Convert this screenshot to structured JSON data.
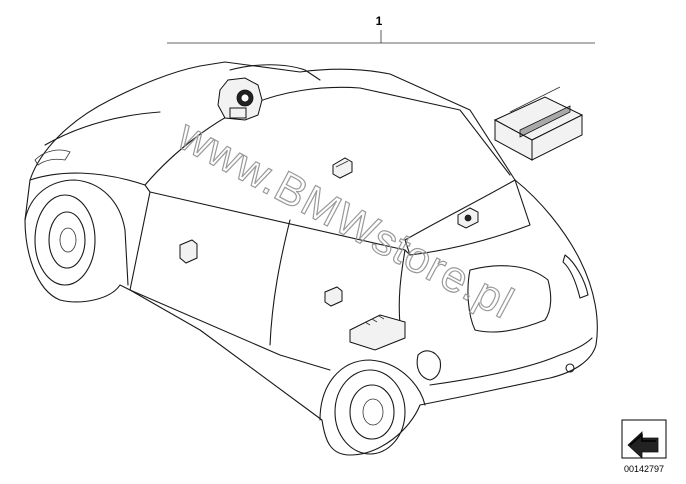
{
  "callout": {
    "number": "1"
  },
  "watermark": {
    "text": "www.BMWstore.pl"
  },
  "diagram_id": {
    "text": "00142797"
  },
  "icons": {
    "orientation": "arrow-orientation-icon",
    "vehicle": "car-outline-icon",
    "package": "package-box-icon"
  }
}
